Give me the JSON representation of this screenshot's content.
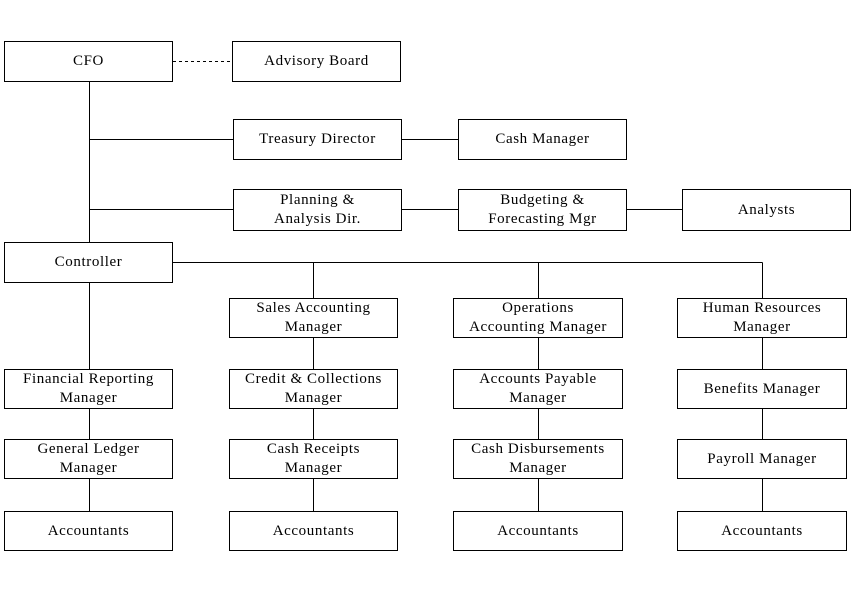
{
  "chart": {
    "nodes": {
      "cfo": "CFO",
      "advisory_board": "Advisory Board",
      "treasury_director": "Treasury Director",
      "cash_manager": "Cash Manager",
      "planning_analysis": "Planning &\nAnalysis Dir.",
      "budgeting_forecasting": "Budgeting &\nForecasting Mgr",
      "analysts": "Analysts",
      "controller": "Controller",
      "sales_accounting": "Sales Accounting\nManager",
      "operations_accounting": "Operations\nAccounting Manager",
      "human_resources": "Human Resources\nManager",
      "financial_reporting": "Financial Reporting\nManager",
      "credit_collections": "Credit & Collections\nManager",
      "accounts_payable": "Accounts Payable\nManager",
      "benefits": "Benefits Manager",
      "general_ledger": "General Ledger\nManager",
      "cash_receipts": "Cash Receipts\nManager",
      "cash_disbursements": "Cash Disbursements\nManager",
      "payroll": "Payroll Manager",
      "accountants_1": "Accountants",
      "accountants_2": "Accountants",
      "accountants_3": "Accountants",
      "accountants_4": "Accountants"
    },
    "edges": [
      {
        "from": "cfo",
        "to": "advisory_board",
        "style": "dotted"
      },
      {
        "from": "cfo",
        "to": "treasury_director",
        "style": "solid"
      },
      {
        "from": "treasury_director",
        "to": "cash_manager",
        "style": "solid"
      },
      {
        "from": "cfo",
        "to": "planning_analysis",
        "style": "solid"
      },
      {
        "from": "planning_analysis",
        "to": "budgeting_forecasting",
        "style": "solid"
      },
      {
        "from": "budgeting_forecasting",
        "to": "analysts",
        "style": "solid"
      },
      {
        "from": "cfo",
        "to": "controller",
        "style": "solid"
      },
      {
        "from": "controller",
        "to": "sales_accounting",
        "style": "solid"
      },
      {
        "from": "controller",
        "to": "operations_accounting",
        "style": "solid"
      },
      {
        "from": "controller",
        "to": "human_resources",
        "style": "solid"
      },
      {
        "from": "controller",
        "to": "financial_reporting",
        "style": "solid"
      },
      {
        "from": "financial_reporting",
        "to": "general_ledger",
        "style": "solid"
      },
      {
        "from": "general_ledger",
        "to": "accountants_1",
        "style": "solid"
      },
      {
        "from": "sales_accounting",
        "to": "credit_collections",
        "style": "solid"
      },
      {
        "from": "credit_collections",
        "to": "cash_receipts",
        "style": "solid"
      },
      {
        "from": "cash_receipts",
        "to": "accountants_2",
        "style": "solid"
      },
      {
        "from": "operations_accounting",
        "to": "accounts_payable",
        "style": "solid"
      },
      {
        "from": "accounts_payable",
        "to": "cash_disbursements",
        "style": "solid"
      },
      {
        "from": "cash_disbursements",
        "to": "accountants_3",
        "style": "solid"
      },
      {
        "from": "human_resources",
        "to": "benefits",
        "style": "solid"
      },
      {
        "from": "benefits",
        "to": "payroll",
        "style": "solid"
      },
      {
        "from": "payroll",
        "to": "accountants_4",
        "style": "solid"
      }
    ]
  }
}
